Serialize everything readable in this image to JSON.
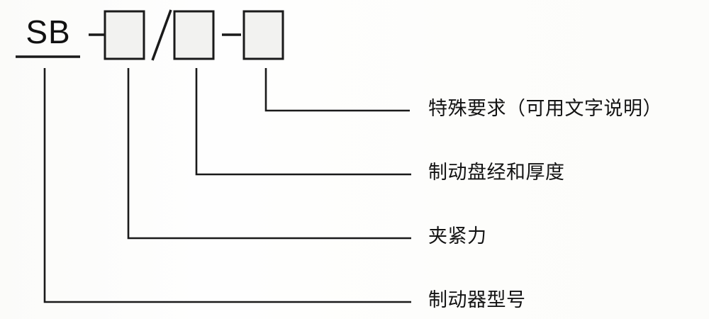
{
  "diagram": {
    "type": "model-designation-breakdown",
    "prefix_code": "SB",
    "separators": {
      "dash_1": "-",
      "slash": "/",
      "dash_2": "-"
    },
    "placeholder_boxes": [
      {
        "index": 1,
        "value": ""
      },
      {
        "index": 2,
        "value": ""
      },
      {
        "index": 3,
        "value": ""
      }
    ],
    "labels": [
      {
        "id": "special-requirement",
        "text": "特殊要求（可用文字说明）",
        "source_box": 3
      },
      {
        "id": "disc-diameter-thickness",
        "text": "制动盘经和厚度",
        "source_box": 2
      },
      {
        "id": "clamping-force",
        "text": "夹紧力",
        "source_box": 1
      },
      {
        "id": "brake-model",
        "text": "制动器型号",
        "source_box": 0
      }
    ],
    "colors": {
      "line": "#1a1a1a",
      "box_fill": "#f2f2f0",
      "background": "#fdfdfb",
      "text": "#131313"
    }
  }
}
